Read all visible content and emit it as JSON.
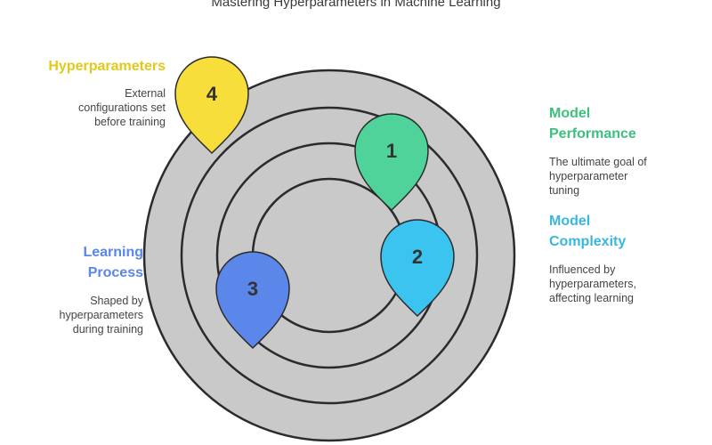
{
  "title": "Mastering Hyperparameters in Machine Learning",
  "colors": {
    "ring_fill": "#c9c9c9",
    "ring_stroke": "#2b2b2b",
    "marker_1": "#4fd39a",
    "marker_2": "#3cc4f0",
    "marker_3": "#5b86ea",
    "marker_4": "#f7de3a",
    "heading_1": "#3cc07d",
    "heading_2": "#38b6e3",
    "heading_3": "#5a86e6",
    "heading_4": "#e3c81a"
  },
  "items": [
    {
      "number": "1",
      "heading_lines": [
        "Model",
        "Performance"
      ],
      "description_lines": [
        "The ultimate goal of",
        "hyperparameter",
        "tuning"
      ]
    },
    {
      "number": "2",
      "heading_lines": [
        "Model",
        "Complexity"
      ],
      "description_lines": [
        "Influenced by",
        "hyperparameters,",
        "affecting learning"
      ]
    },
    {
      "number": "3",
      "heading_lines": [
        "Learning",
        "Process"
      ],
      "description_lines": [
        "Shaped by",
        "hyperparameters",
        "during training"
      ]
    },
    {
      "number": "4",
      "heading_lines": [
        "Hyperparameters"
      ],
      "description_lines": [
        "External",
        "configurations set",
        "before training"
      ]
    }
  ]
}
